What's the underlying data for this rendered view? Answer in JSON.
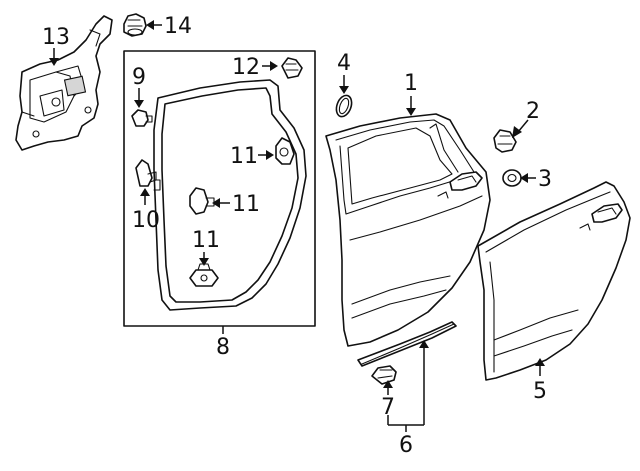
{
  "callouts": {
    "c1": "1",
    "c2": "2",
    "c3": "3",
    "c4": "4",
    "c5": "5",
    "c6": "6",
    "c7": "7",
    "c8": "8",
    "c9": "9",
    "c10": "10",
    "c11a": "11",
    "c11b": "11",
    "c11c": "11",
    "c12": "12",
    "c13": "13",
    "c14": "14"
  }
}
